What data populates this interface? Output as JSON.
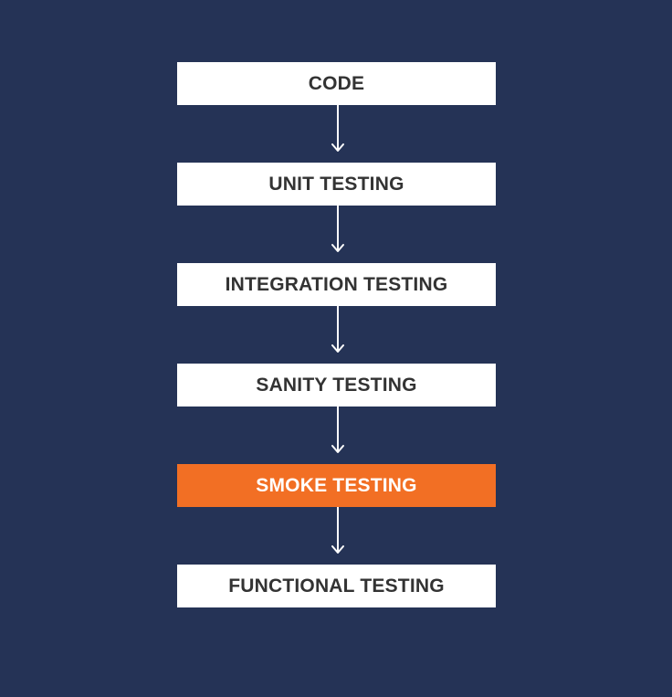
{
  "colors": {
    "background": "#253356",
    "box": "#ffffff",
    "box_text": "#333333",
    "highlight": "#f26f24",
    "highlight_text": "#ffffff",
    "arrow": "#ffffff"
  },
  "flow": {
    "steps": [
      {
        "label": "CODE",
        "highlighted": false
      },
      {
        "label": "UNIT TESTING",
        "highlighted": false
      },
      {
        "label": "INTEGRATION TESTING",
        "highlighted": false
      },
      {
        "label": "SANITY TESTING",
        "highlighted": false
      },
      {
        "label": "SMOKE TESTING",
        "highlighted": true
      },
      {
        "label": "FUNCTIONAL TESTING",
        "highlighted": false
      }
    ],
    "connectors": [
      {
        "from": "CODE",
        "to": "UNIT TESTING",
        "icon": "arrow-down-icon"
      },
      {
        "from": "UNIT TESTING",
        "to": "INTEGRATION TESTING",
        "icon": "arrow-down-icon"
      },
      {
        "from": "INTEGRATION TESTING",
        "to": "SANITY TESTING",
        "icon": "arrow-down-icon"
      },
      {
        "from": "SANITY TESTING",
        "to": "SMOKE TESTING",
        "icon": "arrow-down-icon"
      },
      {
        "from": "SMOKE TESTING",
        "to": "FUNCTIONAL TESTING",
        "icon": "arrow-down-icon"
      }
    ]
  }
}
